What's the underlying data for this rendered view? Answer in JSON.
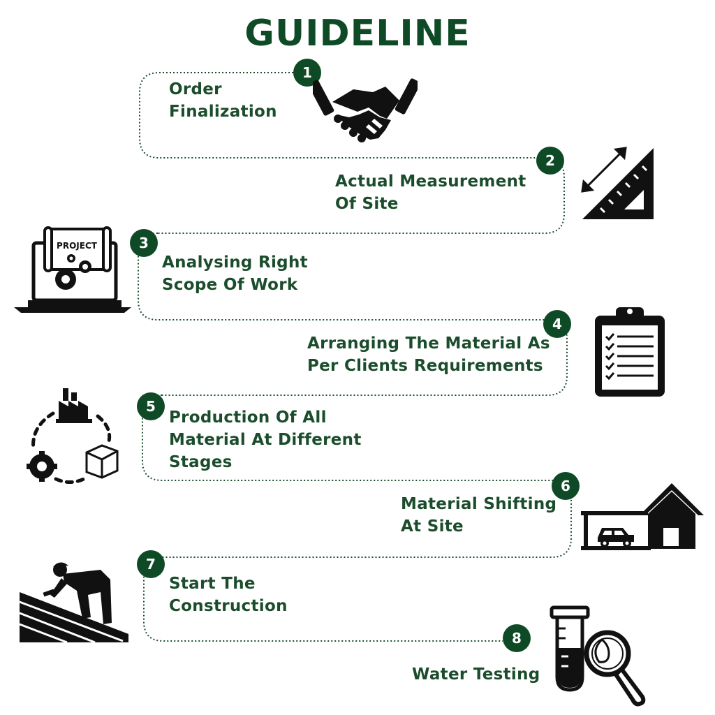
{
  "title": "GUIDELINE",
  "steps": [
    {
      "number": "1",
      "label": "Order\nFinalization",
      "icon": "handshake-icon"
    },
    {
      "number": "2",
      "label": "Actual Measurement\nOf Site",
      "icon": "set-square-ruler-icon"
    },
    {
      "number": "3",
      "label": "Analysing Right\nScope Of Work",
      "icon": "laptop-project-icon"
    },
    {
      "number": "4",
      "label": "Arranging The Material As\nPer Clients Requirements",
      "icon": "clipboard-checklist-icon"
    },
    {
      "number": "5",
      "label": "Production Of  All\nMaterial At Different\nStages",
      "icon": "production-cycle-icon"
    },
    {
      "number": "6",
      "label": "Material Shifting\nAt Site",
      "icon": "house-garage-icon"
    },
    {
      "number": "7",
      "label": "Start The\nConstruction",
      "icon": "roofer-worker-icon"
    },
    {
      "number": "8",
      "label": "Water Testing",
      "icon": "test-tube-magnifier-icon"
    }
  ],
  "project_icon_text": "PROJECT",
  "colors": {
    "accent": "#0f4a26",
    "text": "#1b4d2c",
    "icon": "#111111"
  }
}
